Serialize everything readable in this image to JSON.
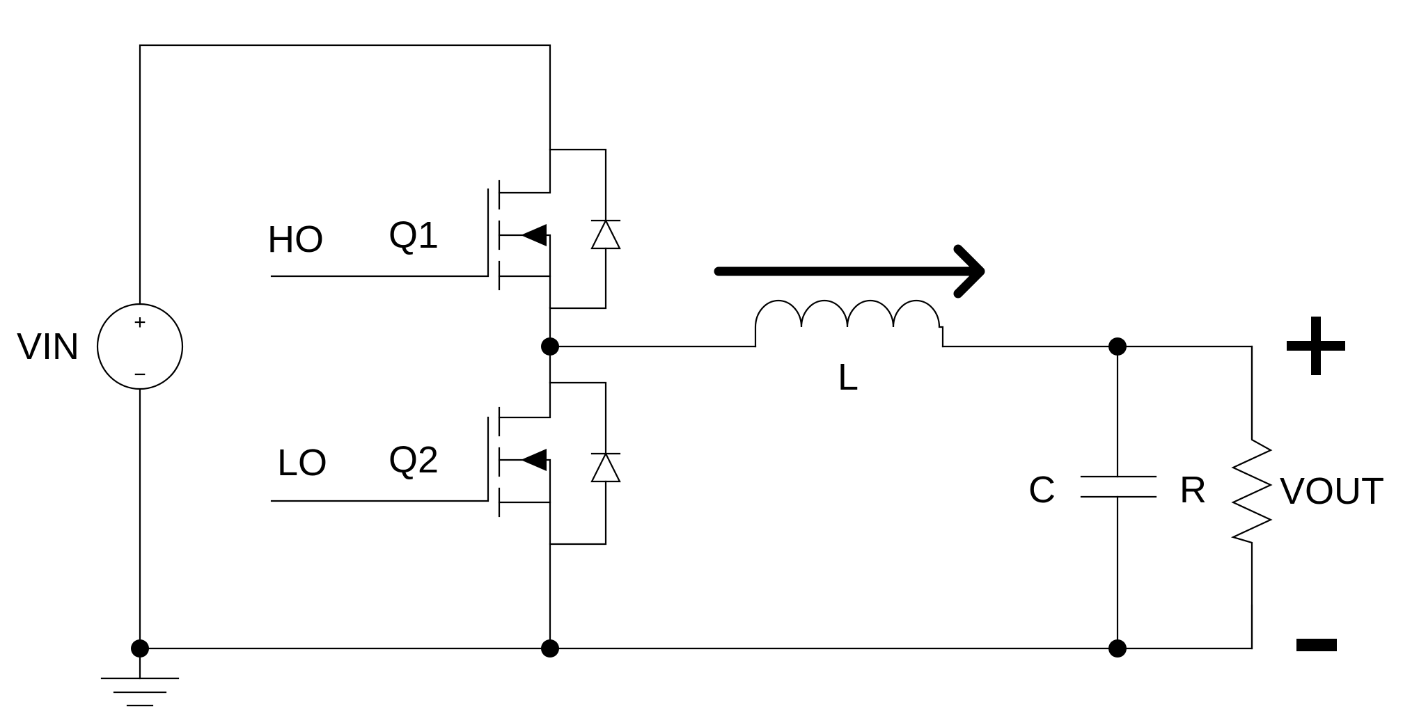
{
  "labels": {
    "vin": "VIN",
    "ho": "HO",
    "lo": "LO",
    "q1": "Q1",
    "q2": "Q2",
    "l": "L",
    "c": "C",
    "r": "R",
    "vout": "VOUT"
  },
  "source_signs": {
    "plus": "+",
    "minus": "−"
  }
}
